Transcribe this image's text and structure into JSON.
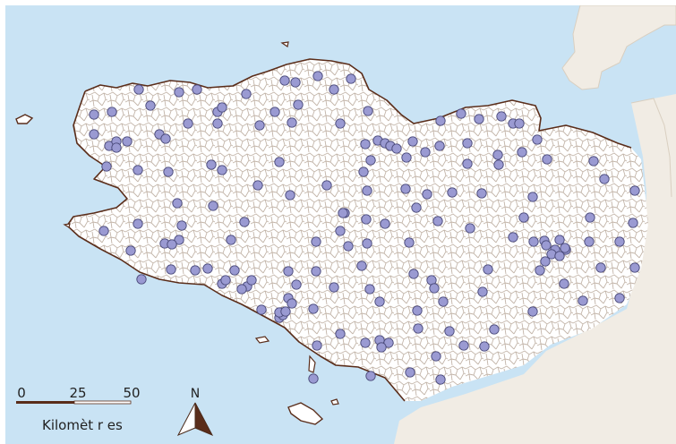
{
  "map": {
    "colors": {
      "sea": "#c9e3f4",
      "land": "#ffffff",
      "neighbor_land": "#f1ece4",
      "coastline": "#5a2d1a",
      "commune_borders": "#b8a89a",
      "points": "#9a9ad2",
      "points_stroke": "#4a4a7a"
    },
    "points": [
      [
        155,
        100
      ],
      [
        200,
        103
      ],
      [
        220,
        100
      ],
      [
        275,
        105
      ],
      [
        318,
        90
      ],
      [
        330,
        92
      ],
      [
        355,
        85
      ],
      [
        373,
        100
      ],
      [
        392,
        88
      ],
      [
        411,
        124
      ],
      [
        105,
        128
      ],
      [
        125,
        125
      ],
      [
        168,
        118
      ],
      [
        210,
        138
      ],
      [
        243,
        125
      ],
      [
        248,
        120
      ],
      [
        243,
        138
      ],
      [
        290,
        140
      ],
      [
        307,
        125
      ],
      [
        333,
        117
      ],
      [
        326,
        137
      ],
      [
        380,
        138
      ],
      [
        492,
        135
      ],
      [
        515,
        127
      ],
      [
        535,
        133
      ],
      [
        560,
        130
      ],
      [
        573,
        138
      ],
      [
        580,
        138
      ],
      [
        105,
        150
      ],
      [
        122,
        163
      ],
      [
        130,
        158
      ],
      [
        142,
        158
      ],
      [
        130,
        165
      ],
      [
        178,
        150
      ],
      [
        185,
        155
      ],
      [
        408,
        161
      ],
      [
        422,
        157
      ],
      [
        430,
        160
      ],
      [
        436,
        163
      ],
      [
        443,
        166
      ],
      [
        461,
        158
      ],
      [
        475,
        170
      ],
      [
        491,
        163
      ],
      [
        522,
        160
      ],
      [
        556,
        173
      ],
      [
        583,
        170
      ],
      [
        600,
        156
      ],
      [
        119,
        186
      ],
      [
        154,
        190
      ],
      [
        188,
        192
      ],
      [
        236,
        184
      ],
      [
        248,
        190
      ],
      [
        312,
        181
      ],
      [
        406,
        192
      ],
      [
        414,
        179
      ],
      [
        454,
        176
      ],
      [
        522,
        183
      ],
      [
        557,
        184
      ],
      [
        611,
        178
      ],
      [
        663,
        180
      ],
      [
        675,
        200
      ],
      [
        365,
        207
      ],
      [
        288,
        207
      ],
      [
        324,
        218
      ],
      [
        410,
        213
      ],
      [
        453,
        211
      ],
      [
        477,
        217
      ],
      [
        505,
        215
      ],
      [
        538,
        216
      ],
      [
        595,
        220
      ],
      [
        709,
        213
      ],
      [
        198,
        227
      ],
      [
        238,
        230
      ],
      [
        385,
        238
      ],
      [
        383,
        238
      ],
      [
        409,
        245
      ],
      [
        430,
        250
      ],
      [
        465,
        232
      ],
      [
        585,
        243
      ],
      [
        659,
        243
      ],
      [
        154,
        250
      ],
      [
        116,
        258
      ],
      [
        203,
        252
      ],
      [
        273,
        248
      ],
      [
        380,
        258
      ],
      [
        489,
        247
      ],
      [
        525,
        255
      ],
      [
        707,
        249
      ],
      [
        146,
        280
      ],
      [
        200,
        268
      ],
      [
        184,
        272
      ],
      [
        192,
        273
      ],
      [
        258,
        268
      ],
      [
        353,
        270
      ],
      [
        389,
        275
      ],
      [
        410,
        272
      ],
      [
        457,
        271
      ],
      [
        573,
        265
      ],
      [
        596,
        270
      ],
      [
        608,
        269
      ],
      [
        625,
        268
      ],
      [
        610,
        274
      ],
      [
        620,
        279
      ],
      [
        632,
        279
      ],
      [
        616,
        284
      ],
      [
        631,
        277
      ],
      [
        625,
        286
      ],
      [
        658,
        270
      ],
      [
        692,
        270
      ],
      [
        191,
        301
      ],
      [
        218,
        302
      ],
      [
        232,
        300
      ],
      [
        262,
        302
      ],
      [
        322,
        303
      ],
      [
        353,
        303
      ],
      [
        404,
        297
      ],
      [
        462,
        306
      ],
      [
        545,
        301
      ],
      [
        603,
        302
      ],
      [
        630,
        317
      ],
      [
        671,
        299
      ],
      [
        709,
        299
      ],
      [
        158,
        312
      ],
      [
        248,
        317
      ],
      [
        276,
        320
      ],
      [
        281,
        313
      ],
      [
        331,
        318
      ],
      [
        373,
        321
      ],
      [
        413,
        323
      ],
      [
        482,
        313
      ],
      [
        485,
        322
      ],
      [
        539,
        326
      ],
      [
        609,
        292
      ],
      [
        692,
        333
      ],
      [
        252,
        313
      ],
      [
        270,
        323
      ],
      [
        322,
        333
      ],
      [
        326,
        339
      ],
      [
        315,
        349
      ],
      [
        292,
        346
      ],
      [
        312,
        355
      ],
      [
        316,
        352
      ],
      [
        350,
        345
      ],
      [
        424,
        337
      ],
      [
        466,
        347
      ],
      [
        495,
        337
      ],
      [
        595,
        348
      ],
      [
        651,
        336
      ],
      [
        312,
        349
      ],
      [
        319,
        348
      ],
      [
        354,
        386
      ],
      [
        380,
        373
      ],
      [
        408,
        383
      ],
      [
        424,
        380
      ],
      [
        434,
        383
      ],
      [
        426,
        388
      ],
      [
        467,
        367
      ],
      [
        502,
        370
      ],
      [
        541,
        387
      ],
      [
        552,
        368
      ],
      [
        487,
        398
      ],
      [
        350,
        423
      ],
      [
        414,
        420
      ],
      [
        458,
        416
      ],
      [
        492,
        424
      ],
      [
        518,
        386
      ]
    ]
  },
  "scale_bar": {
    "ticks": [
      "0",
      "25",
      "50"
    ],
    "unit_label": "Kilomèt r es"
  },
  "north_arrow": {
    "label": "N"
  }
}
